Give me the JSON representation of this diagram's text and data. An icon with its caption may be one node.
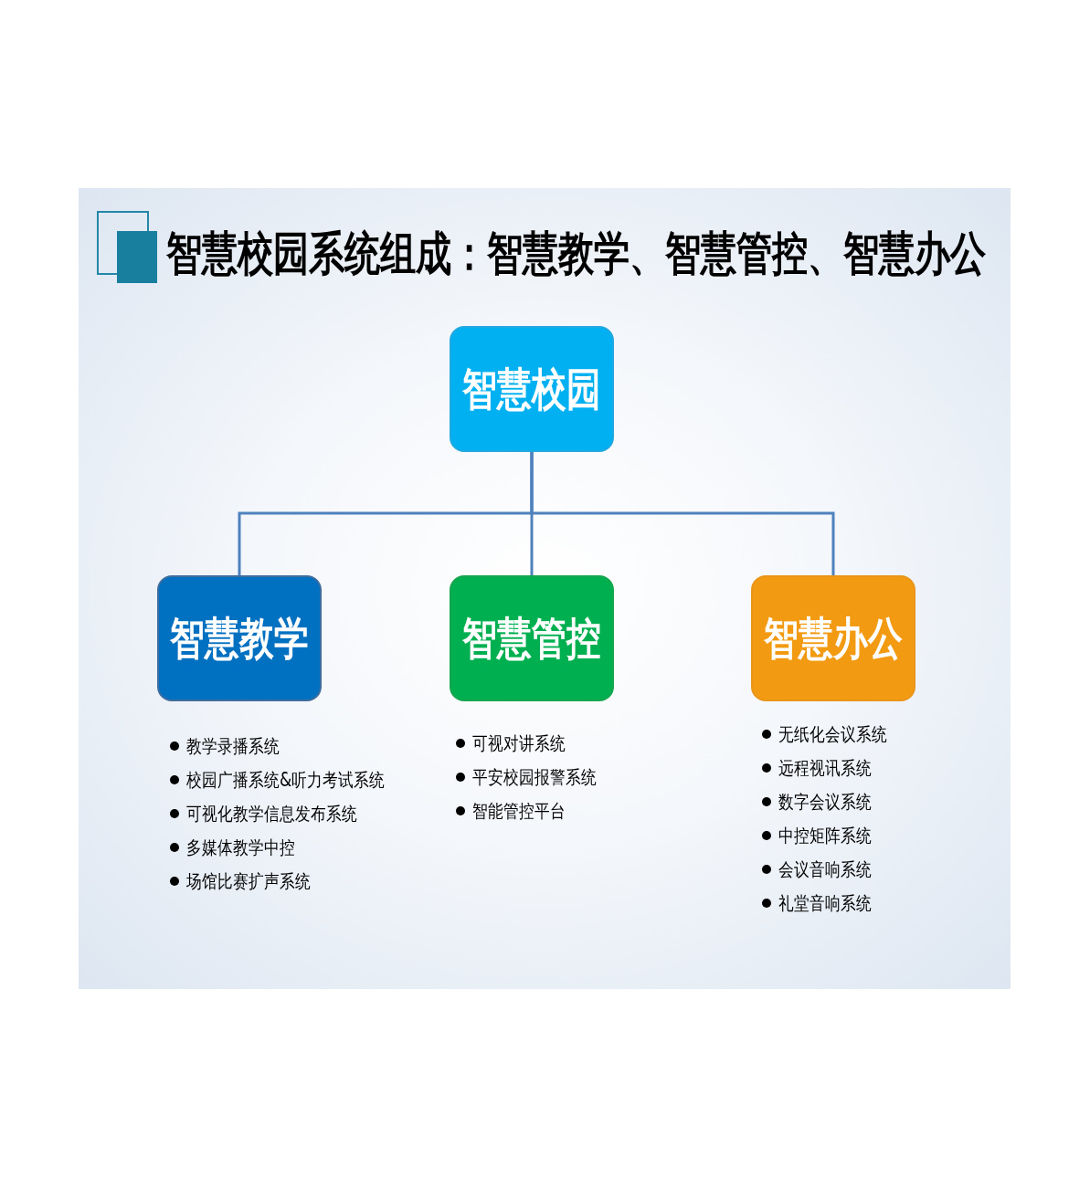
{
  "diagram": {
    "title": "智慧校园系统组成：智慧教学、智慧管控、智慧办公",
    "nodes": [
      {
        "text": [
          "智慧校园"
        ]
      },
      {
        "text": [
          "智慧教学"
        ],
        "beside": [
          "教学录播系统",
          "校园广播系统&听力考试系统",
          "可视化教学信息发布系统",
          "多媒体教学中控",
          "场馆比赛扩声系统"
        ]
      },
      {
        "text": [
          "智慧管控"
        ],
        "beside": [
          "可视对讲系统",
          "平安校园报警系统",
          "智能管控平台"
        ]
      },
      {
        "text": [
          "智慧办公"
        ],
        "beside": [
          "无纸化会议系统",
          "远程视讯系统",
          "数字会议系统",
          "中控矩阵系统",
          "会议音响系统",
          "礼堂音响系统"
        ]
      }
    ],
    "edges": [
      {
        "from": 0,
        "to": 1,
        "arrow": "none"
      },
      {
        "from": 0,
        "to": 2,
        "arrow": "none"
      },
      {
        "from": 0,
        "to": 3,
        "arrow": "none"
      }
    ]
  }
}
